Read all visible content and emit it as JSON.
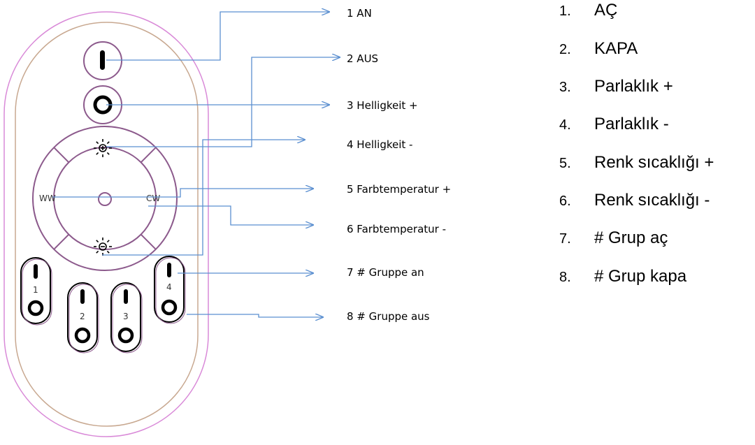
{
  "remote": {
    "buttons": {
      "ww": "WW",
      "cw": "CW",
      "group_numbers": [
        "1",
        "2",
        "3",
        "4"
      ]
    }
  },
  "german_labels": [
    "1 AN",
    "2 AUS",
    "3 Helligkeit +",
    "4 Helligkeit -",
    "5 Farbtemperatur +",
    "6 Farbtemperatur -",
    "7 # Gruppe an",
    "8 # Gruppe aus"
  ],
  "turkish_list": [
    {
      "num": "1.",
      "text": "AÇ"
    },
    {
      "num": "2.",
      "text": "KAPA"
    },
    {
      "num": "3.",
      "text": "Parlaklık +"
    },
    {
      "num": "4.",
      "text": "Parlaklık -"
    },
    {
      "num": "5.",
      "text": "Renk sıcaklığı +"
    },
    {
      "num": "6.",
      "text": "Renk sıcaklığı -"
    },
    {
      "num": "7.",
      "text": "# Grup aç"
    },
    {
      "num": "8.",
      "text": "# Grup kapa"
    }
  ],
  "colors": {
    "arrow": "#5b8fd0",
    "outer_shell": "#d98ad8",
    "inner_shell": "#c8a890",
    "button_outline": "#8c5a8c",
    "icon": "#000000"
  }
}
